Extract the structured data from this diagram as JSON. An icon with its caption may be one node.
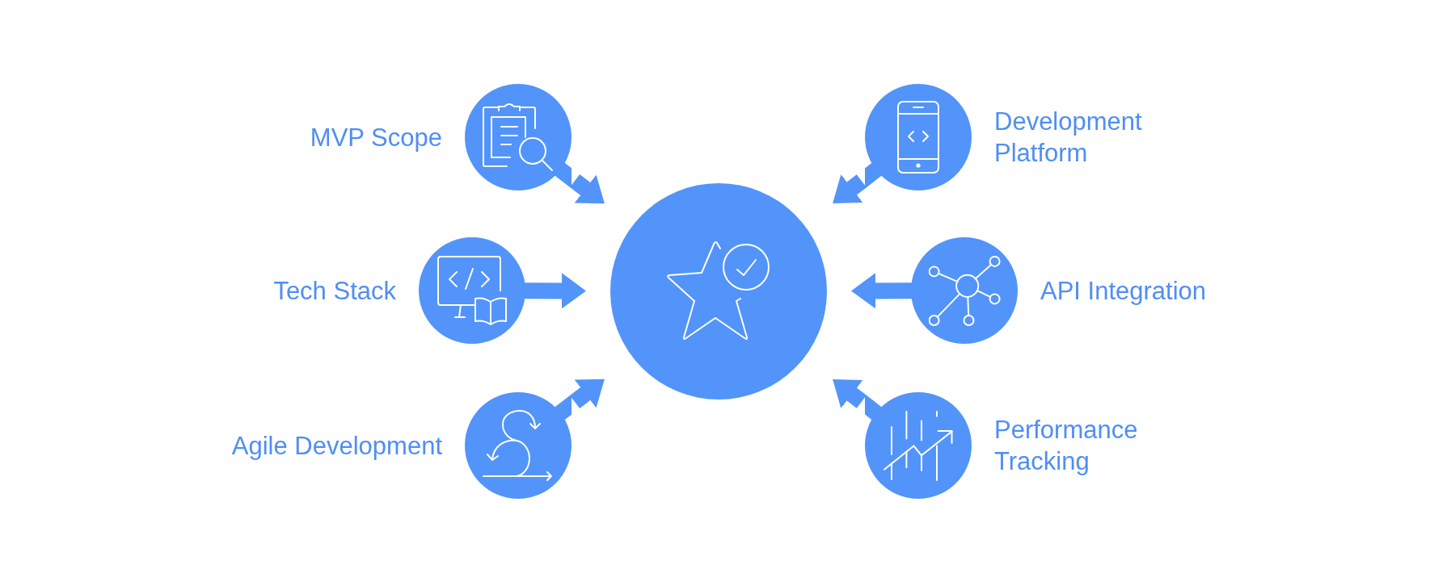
{
  "diagram": {
    "nodes": [
      {
        "text": [
          "MVP Scope"
        ]
      },
      {
        "text": [
          "Development Platform"
        ]
      },
      {
        "text": [
          "Tech Stack"
        ]
      },
      {
        "text": [],
        "shape": "circle"
      },
      {
        "text": [
          "API Integration"
        ]
      },
      {
        "text": [
          "Agile Development"
        ]
      },
      {
        "text": [
          "Performance Tracking"
        ]
      }
    ],
    "edges": [
      {
        "from": 0,
        "to": 3,
        "arrow": "to"
      },
      {
        "from": 1,
        "to": 3,
        "arrow": "to"
      },
      {
        "from": 2,
        "to": 3,
        "arrow": "to"
      },
      {
        "from": 4,
        "to": 3,
        "arrow": "to"
      },
      {
        "from": 5,
        "to": 3,
        "arrow": "to"
      },
      {
        "from": 6,
        "to": 3,
        "arrow": "to"
      }
    ]
  }
}
